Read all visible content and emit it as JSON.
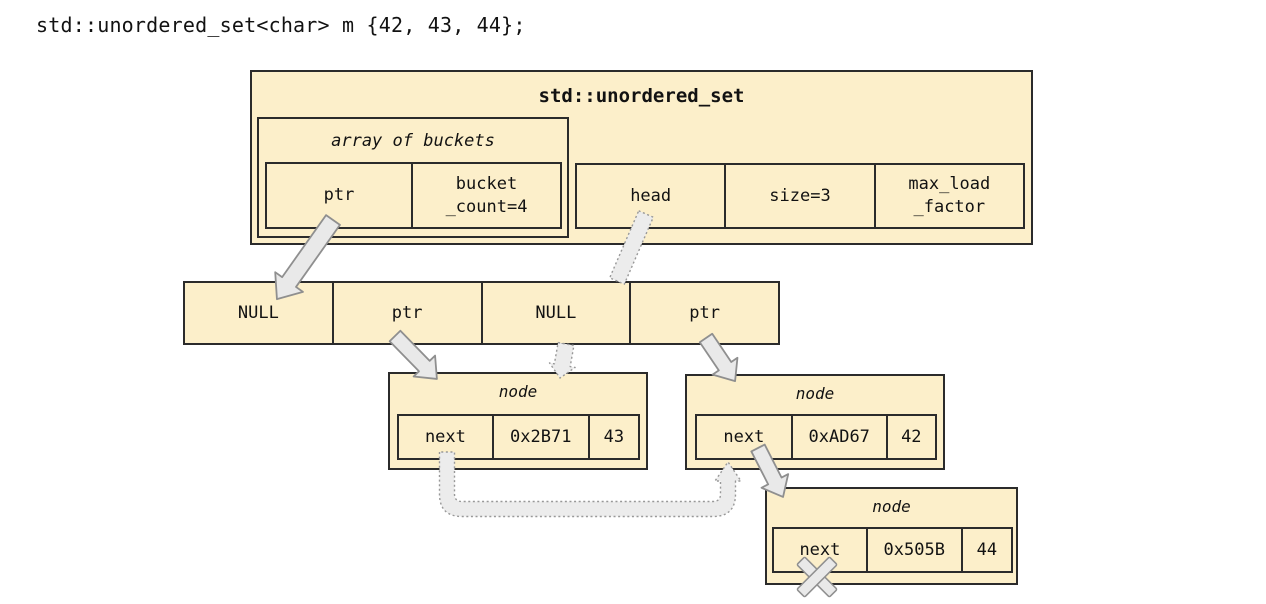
{
  "code_line": "std::unordered_set<char> m {42, 43, 44};",
  "unordered_set": {
    "title": "std::unordered_set",
    "bucket_array": {
      "label": "array of buckets",
      "ptr_cell": {
        "lines": [
          "ptr"
        ]
      },
      "count_cell": {
        "lines": [
          "bucket",
          "_count=4"
        ]
      }
    },
    "fields": [
      {
        "lines": [
          "head"
        ]
      },
      {
        "lines": [
          "size=3"
        ]
      },
      {
        "lines": [
          "max_load",
          "_factor"
        ]
      }
    ]
  },
  "bucket_row": {
    "cells": [
      "NULL",
      "ptr",
      "NULL",
      "ptr"
    ]
  },
  "nodes": [
    {
      "title": "node",
      "cells": [
        "next",
        "0x2B71",
        "43"
      ]
    },
    {
      "title": "node",
      "cells": [
        "next",
        "0xAD67",
        "42"
      ]
    },
    {
      "title": "node",
      "cells": [
        "next",
        "0x505B",
        "44"
      ]
    }
  ],
  "icons": {
    "solid_arrows": [
      "arrow-bucketarray-ptr-to-bucket0",
      "arrow-bucket1-ptr-to-node43",
      "arrow-bucket3-ptr-to-node42",
      "arrow-node42-next-to-node44"
    ],
    "dotted_arrows": [
      "arrow-head-to-node43",
      "arrow-node43-next-to-node42"
    ],
    "null_marker": "x-null-terminator"
  },
  "colors": {
    "box_fill": "#fcefca",
    "box_border": "#2b2b2b",
    "arrow_fill": "#e9e9e9",
    "arrow_outline": "#8f8f8f",
    "background": "#ffffff"
  }
}
